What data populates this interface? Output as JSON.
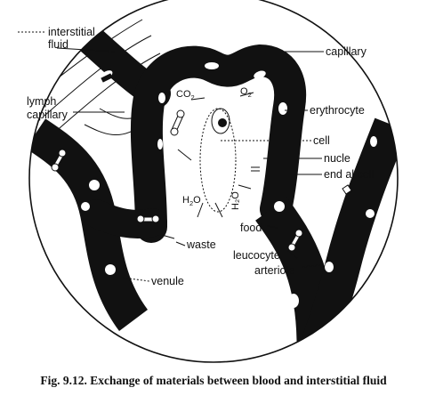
{
  "labels": {
    "interstitial_fluid_1": "interstitial",
    "interstitial_fluid_2": "fluid",
    "lymph_capillary_1": "lymph",
    "lymph_capillary_2": "capillary",
    "capillary": "capillary",
    "co2": "CO",
    "co2_sub": "2",
    "o2": "O",
    "o2_sub": "2",
    "erythrocyte": "erythrocyte",
    "cell": "cell",
    "nucleus_endothelial_1": "nucle",
    "nucleus_endothelial_2": "end           al cell",
    "h2o_left": "H",
    "h2o_left_sub": "2",
    "h2o_left_o": "O",
    "h2o_right": "H₂O",
    "food": "food",
    "waste": "waste",
    "leucocyte": "leucocyte",
    "arteriole": "arteriole",
    "venule": "venule"
  },
  "caption": "Fig. 9.12. Exchange of materials between blood and interstitial fluid"
}
